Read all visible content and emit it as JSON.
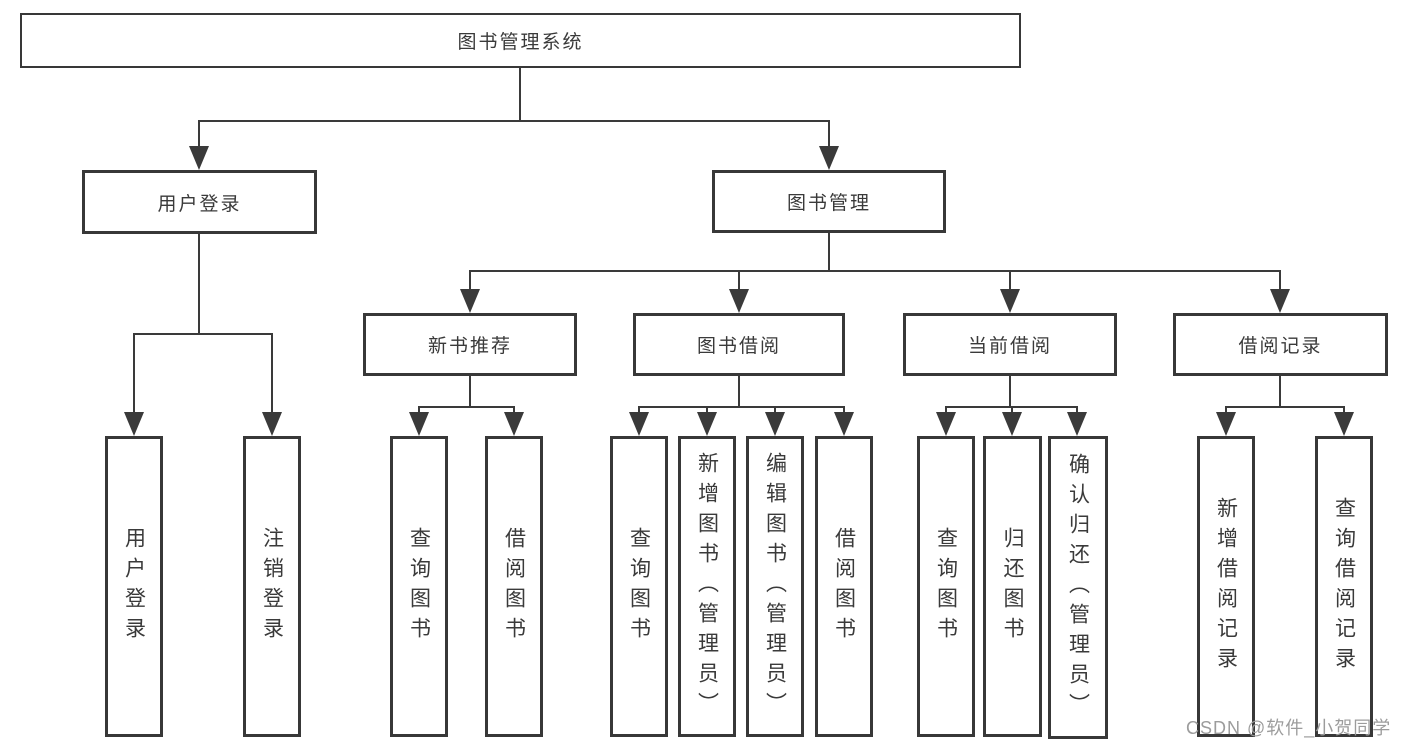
{
  "watermark": "CSDN @软件_小贺同学",
  "tree": {
    "root": "图书管理系统",
    "branches": [
      {
        "label": "用户登录",
        "children": [
          {
            "label": "用户登录"
          },
          {
            "label": "注销登录"
          }
        ]
      },
      {
        "label": "图书管理",
        "groups": [
          {
            "label": "新书推荐",
            "children": [
              {
                "label": "查询图书"
              },
              {
                "label": "借阅图书"
              }
            ]
          },
          {
            "label": "图书借阅",
            "children": [
              {
                "label": "查询图书"
              },
              {
                "label": "新增图书（管理员）"
              },
              {
                "label": "编辑图书（管理员）"
              },
              {
                "label": "借阅图书"
              }
            ]
          },
          {
            "label": "当前借阅",
            "children": [
              {
                "label": "查询图书"
              },
              {
                "label": "归还图书"
              },
              {
                "label": "确认归还（管理员）"
              }
            ]
          },
          {
            "label": "借阅记录",
            "children": [
              {
                "label": "新增借阅记录"
              },
              {
                "label": "查询借阅记录"
              }
            ]
          }
        ]
      }
    ]
  }
}
